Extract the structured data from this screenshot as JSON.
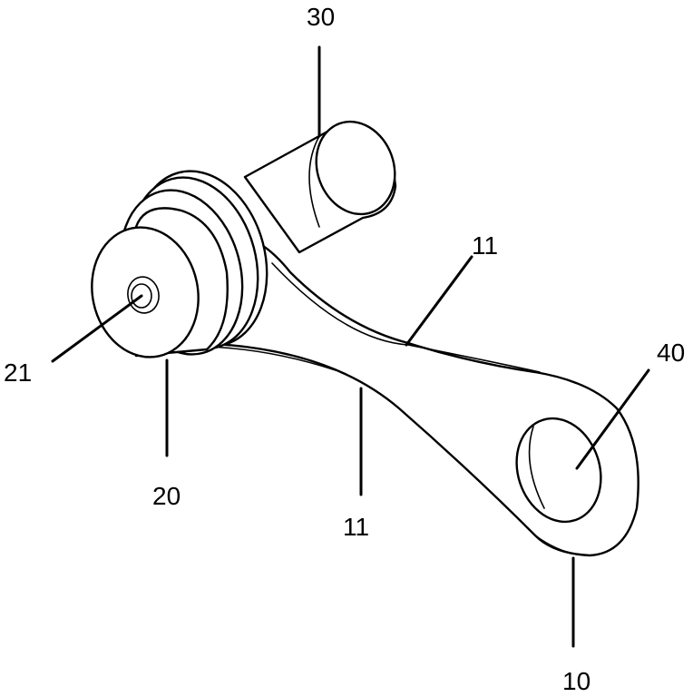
{
  "labels": {
    "shaft": "30",
    "arm_top": "11",
    "arm_bottom": "11",
    "bore": "21",
    "hub": "20",
    "eye": "40",
    "link": "10"
  }
}
